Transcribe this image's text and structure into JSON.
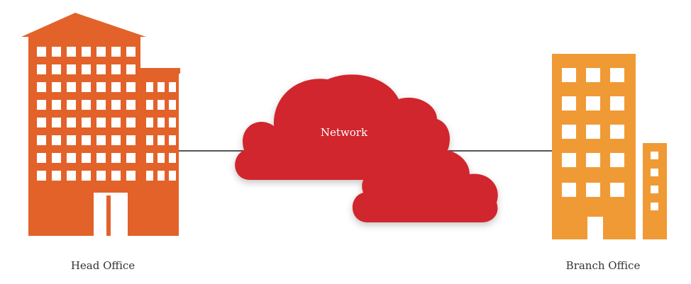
{
  "nodes": {
    "head_office": {
      "label": "Head Office",
      "color": "#e2622a"
    },
    "network": {
      "label": "Network",
      "color": "#d1282e"
    },
    "branch_office": {
      "label": "Branch Office",
      "color": "#f09a35"
    }
  },
  "edges": [
    {
      "from": "head_office",
      "to": "network"
    },
    {
      "from": "network",
      "to": "branch_office"
    }
  ],
  "colors": {
    "link_line": "#555555",
    "window": "#ffffff"
  }
}
